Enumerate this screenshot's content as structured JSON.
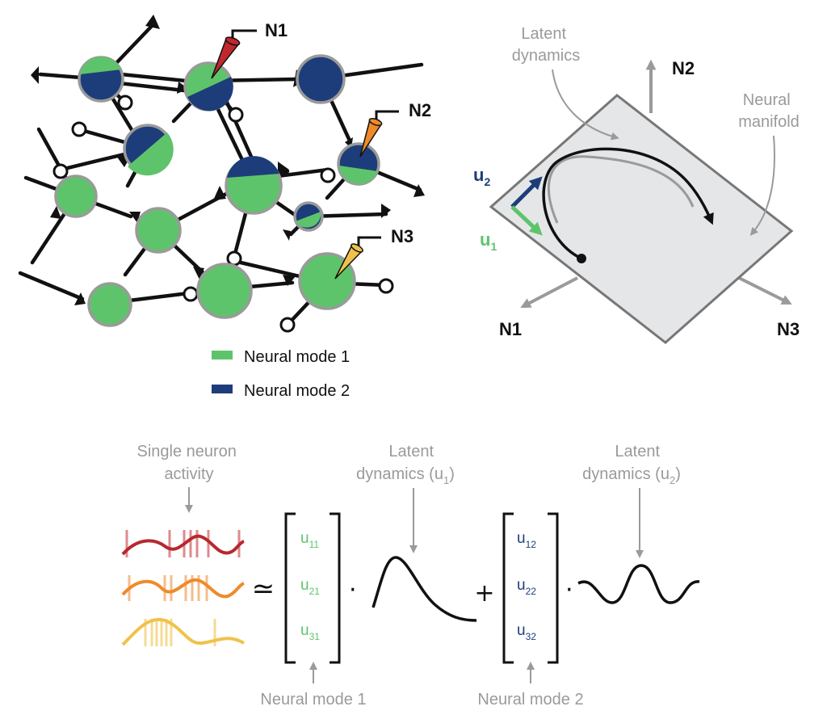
{
  "colors": {
    "mode1": "#5ec46b",
    "mode2": "#1d3d7a",
    "gray": "#9a9a9a",
    "probe_red": "#c0282d",
    "probe_orange": "#ef8a2b",
    "probe_yellow": "#f0c24b",
    "manifold_fill": "#e5e6e7"
  },
  "network": {
    "probes": {
      "n1": "N1",
      "n2": "N2",
      "n3": "N3"
    },
    "legend": {
      "mode1": "Neural mode 1",
      "mode2": "Neural mode 2"
    }
  },
  "manifold": {
    "axes": {
      "n1": "N1",
      "n2": "N2",
      "n3": "N3"
    },
    "latent_label": [
      "Latent",
      "dynamics"
    ],
    "manifold_label": [
      "Neural",
      "manifold"
    ],
    "vectors": {
      "u2": {
        "base": "u",
        "sub": "2"
      },
      "u1": {
        "base": "u",
        "sub": "1"
      }
    }
  },
  "equation": {
    "single_neuron_label": [
      "Single neuron",
      "activity"
    ],
    "approx": "≃",
    "dot": "·",
    "plus": "+",
    "latent1_label": [
      "Latent",
      "dynamics (u",
      "1",
      ")"
    ],
    "latent2_label": [
      "Latent",
      "dynamics (u",
      "2",
      ")"
    ],
    "mode1_vector": [
      {
        "base": "u",
        "sub": "11"
      },
      {
        "base": "u",
        "sub": "21"
      },
      {
        "base": "u",
        "sub": "31"
      }
    ],
    "mode2_vector": [
      {
        "base": "u",
        "sub": "12"
      },
      {
        "base": "u",
        "sub": "22"
      },
      {
        "base": "u",
        "sub": "32"
      }
    ],
    "mode1_label": "Neural mode 1",
    "mode2_label": "Neural mode 2"
  }
}
